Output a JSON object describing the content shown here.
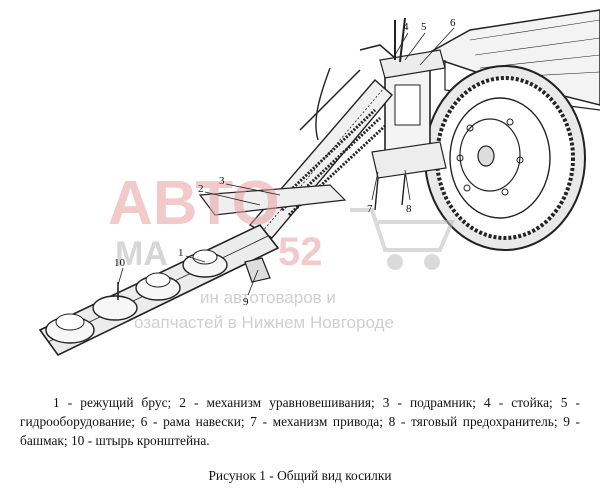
{
  "figure": {
    "callouts": [
      "1",
      "2",
      "3",
      "4",
      "5",
      "6",
      "7",
      "8",
      "9",
      "10"
    ],
    "watermark": {
      "logo_top": "АВТО",
      "logo_bottom_left": "МА",
      "logo_bottom_right": "52",
      "line1": "ин автотоваров и",
      "line2": "озапчастей в Нижнем Новгороде"
    }
  },
  "legend_text": "1 - режущий брус; 2 - механизм уравновешивания; 3 - подрамник; 4 - стойка; 5 - гидрооборудование; 6 - рама навески; 7 - механизм привода; 8 - тяговый предохранитель; 9 - башмак; 10 - штырь кронштейна.",
  "caption": "Рисунок 1 - Общий вид косилки"
}
